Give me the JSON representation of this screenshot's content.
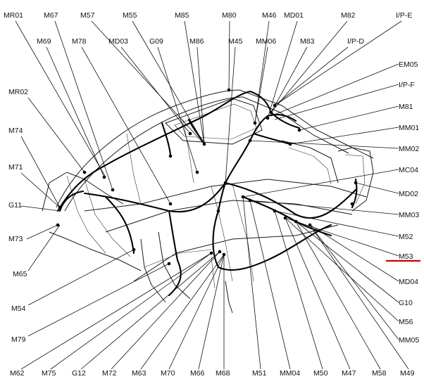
{
  "diagram": {
    "labels": [
      "MR01",
      "M67",
      "M57",
      "M55",
      "M85",
      "M80",
      "M46",
      "MD01",
      "M82",
      "I/P-E",
      "M69",
      "M78",
      "MD03",
      "G09",
      "M86",
      "M45",
      "MM06",
      "M83",
      "I/P-D",
      "EM05",
      "I/P-F",
      "MR02",
      "M81",
      "M74",
      "MM01",
      "MM02",
      "M71",
      "MC04",
      "G11",
      "MD02",
      "MM03",
      "M73",
      "M52",
      "M53",
      "M65",
      "MD04",
      "G10",
      "M54",
      "M56",
      "M79",
      "MM05",
      "M62",
      "M75",
      "G12",
      "M72",
      "M63",
      "M70",
      "M66",
      "M68",
      "M51",
      "MM04",
      "M50",
      "M47",
      "M58",
      "M49"
    ],
    "highlight": {
      "label": "M53",
      "color": "#cc0000"
    },
    "colors": {
      "ink": "#111111",
      "harness": "#000000",
      "background": "#ffffff"
    }
  }
}
